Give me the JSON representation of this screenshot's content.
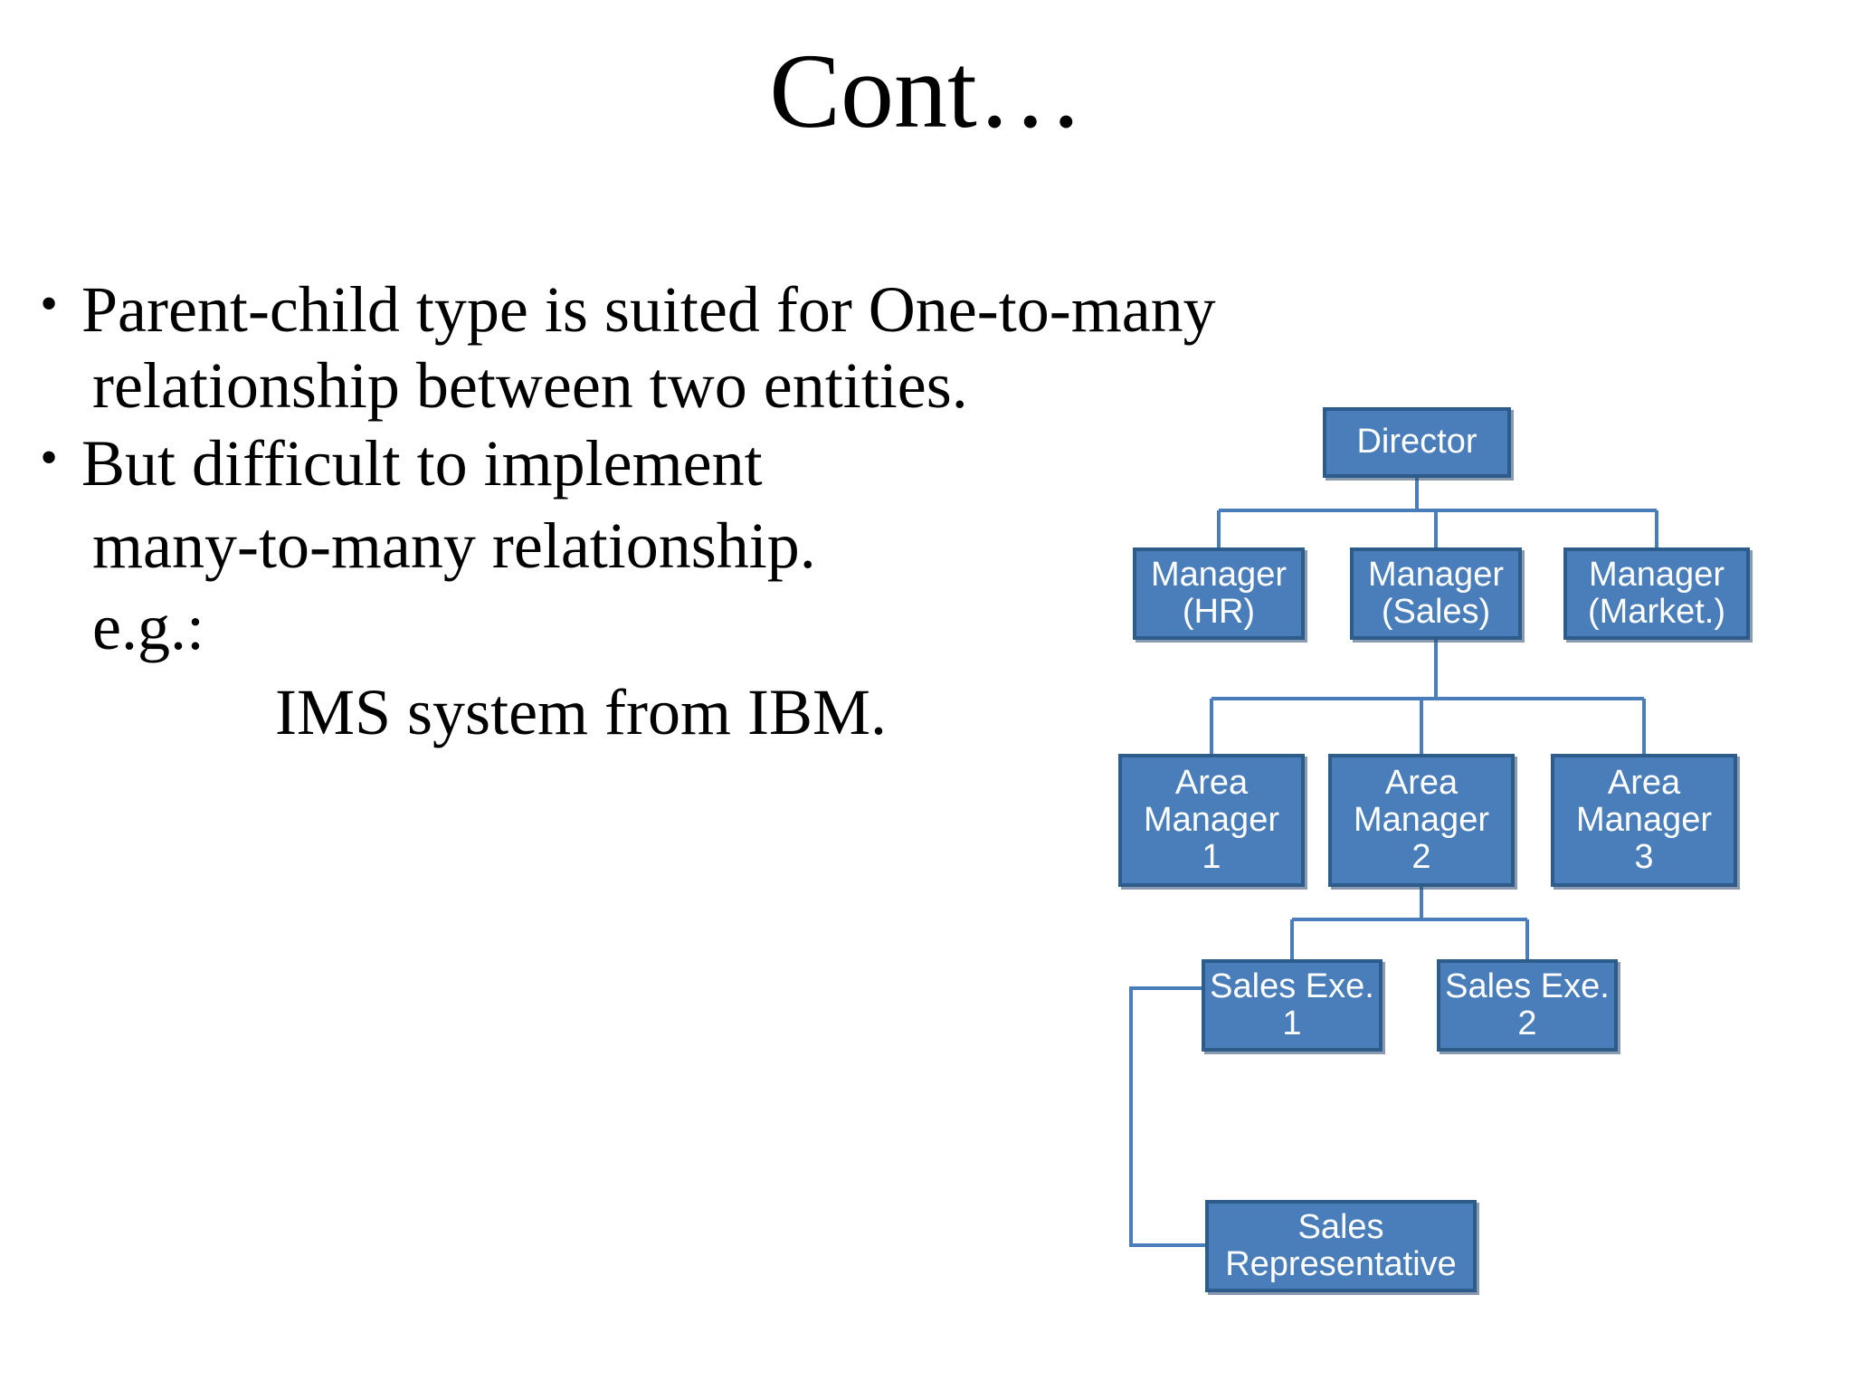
{
  "slide": {
    "title": "Cont…",
    "background_color": "#FFFFFF",
    "text_color": "#000000"
  },
  "body": {
    "bullets": [
      {
        "marker": "•",
        "lines": [
          "Parent-child type is suited for One-to-many",
          "relationship between two entities."
        ]
      },
      {
        "marker": "•",
        "lines": [
          "But difficult to implement"
        ]
      }
    ],
    "continuation_line": "many-to-many relationship.",
    "example_label": "e.g.:",
    "example_value": "IMS system from IBM."
  },
  "org_chart": {
    "type": "diagram",
    "style": {
      "node_fill": "#4A7EBB",
      "node_border": "#2E5C8A",
      "node_text": "#FFFFFF",
      "connector_color": "#4A7EBB"
    },
    "nodes": [
      {
        "id": "director",
        "lines": [
          "Director"
        ]
      },
      {
        "id": "mgr-hr",
        "lines": [
          "Manager",
          "(HR)"
        ]
      },
      {
        "id": "mgr-sales",
        "lines": [
          "Manager",
          "(Sales)"
        ]
      },
      {
        "id": "mgr-market",
        "lines": [
          "Manager",
          "(Market.)"
        ]
      },
      {
        "id": "area-1",
        "lines": [
          "Area",
          "Manager",
          "1"
        ]
      },
      {
        "id": "area-2",
        "lines": [
          "Area",
          "Manager",
          "2"
        ]
      },
      {
        "id": "area-3",
        "lines": [
          "Area",
          "Manager",
          "3"
        ]
      },
      {
        "id": "sales-exe-1",
        "lines": [
          "Sales Exe.",
          "1"
        ]
      },
      {
        "id": "sales-exe-2",
        "lines": [
          "Sales Exe.",
          "2"
        ]
      },
      {
        "id": "sales-rep",
        "lines": [
          "Sales",
          "Representative"
        ]
      }
    ],
    "edges": [
      {
        "from": "director",
        "to": "mgr-hr"
      },
      {
        "from": "director",
        "to": "mgr-sales"
      },
      {
        "from": "director",
        "to": "mgr-market"
      },
      {
        "from": "mgr-sales",
        "to": "area-1"
      },
      {
        "from": "mgr-sales",
        "to": "area-2"
      },
      {
        "from": "mgr-sales",
        "to": "area-3"
      },
      {
        "from": "area-2",
        "to": "sales-exe-1"
      },
      {
        "from": "area-2",
        "to": "sales-exe-2"
      },
      {
        "from": "sales-exe-1",
        "to": "sales-rep"
      }
    ]
  }
}
